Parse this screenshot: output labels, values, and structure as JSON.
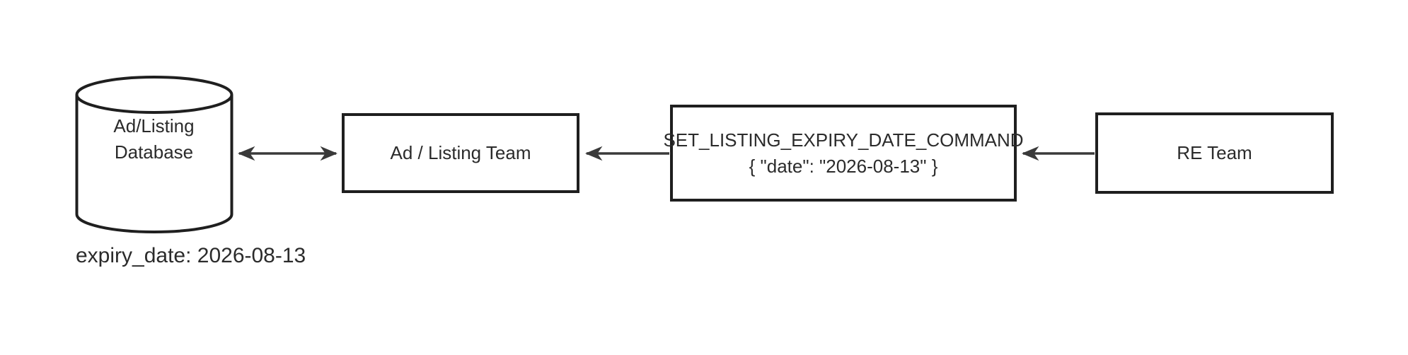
{
  "diagram": {
    "database": {
      "label_line1": "Ad/Listing",
      "label_line2": "Database",
      "annotation": "expiry_date: 2026-08-13"
    },
    "team_box": {
      "label": "Ad / Listing Team"
    },
    "command_box": {
      "line1": "SET_LISTING_EXPIRY_DATE_COMMAND",
      "line2": "{ \"date\": \"2026-08-13\" }"
    },
    "re_box": {
      "label": "RE Team"
    },
    "icons": {
      "database_shape": "database-cylinder-icon",
      "bidirectional_arrow": "double-headed-arrow-icon",
      "left_arrow": "left-arrow-icon"
    },
    "colors": {
      "border": "#1f1f1f",
      "arrow": "#3a3a3a",
      "text": "#2b2b2b",
      "background": "#ffffff"
    }
  }
}
